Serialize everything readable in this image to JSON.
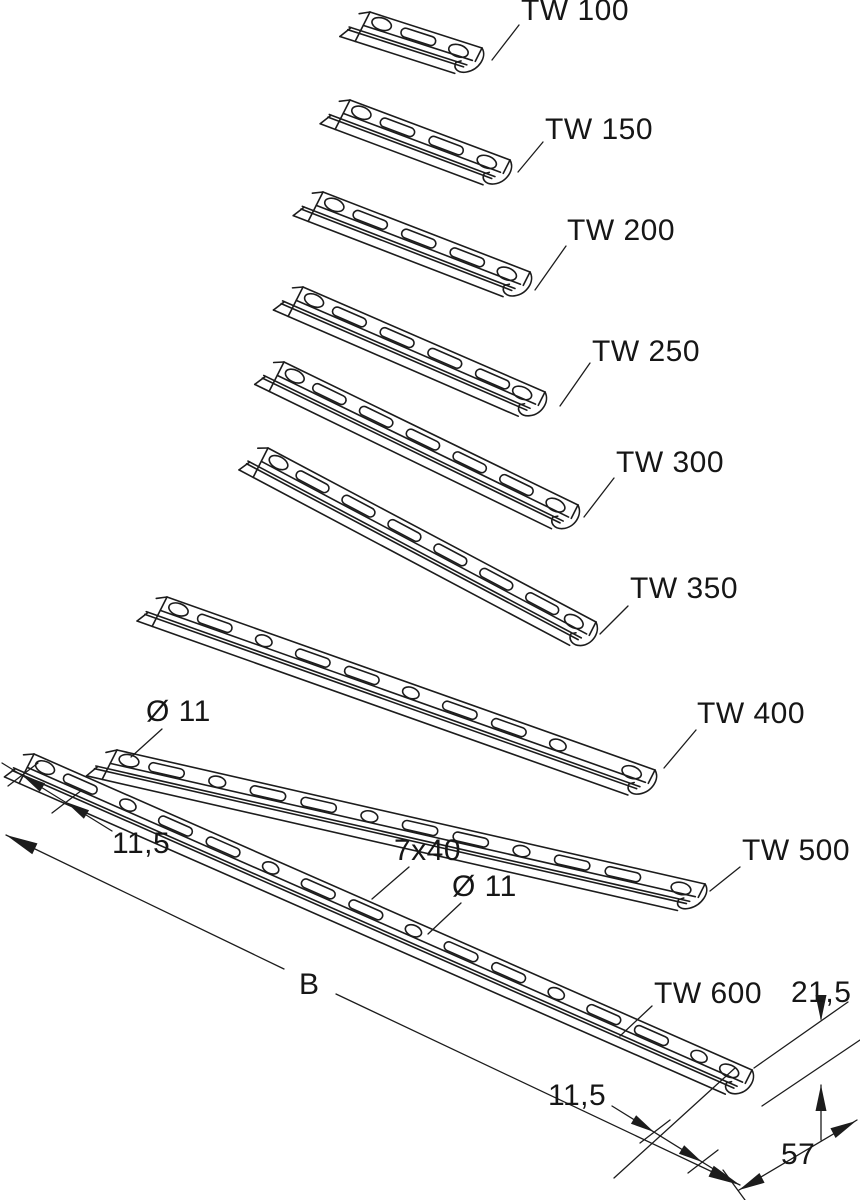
{
  "figure": {
    "kind": "technical line drawing",
    "subject": "TW mounting rail size range, isometric views with dimensions",
    "background": "#ffffff",
    "line_color": "#1c1c1c"
  },
  "products": [
    {
      "label": "TW 100"
    },
    {
      "label": "TW 150"
    },
    {
      "label": "TW 200"
    },
    {
      "label": "TW 250"
    },
    {
      "label": "TW 300"
    },
    {
      "label": "TW 350"
    },
    {
      "label": "TW 400"
    },
    {
      "label": "TW 500"
    },
    {
      "label": "TW 600"
    }
  ],
  "dimensions": {
    "hole_diameter_top": "Ø 11",
    "end_offset_top": "11,5",
    "slot_size": "7x40",
    "hole_diameter_mid": "Ø 11",
    "length_symbol": "B",
    "profile_height": "21,5",
    "end_offset_bottom": "11,5",
    "profile_width": "57"
  }
}
